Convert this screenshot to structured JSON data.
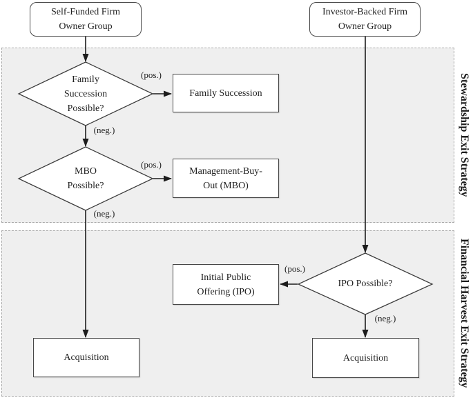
{
  "diagram": {
    "terminals": {
      "self_funded": "Self-Funded Firm Owner Group",
      "investor_backed": "Investor-Backed Firm Owner Group"
    },
    "decisions": {
      "family": "Family Succession Possible?",
      "mbo": "MBO Possible?",
      "ipo": "IPO Possible?"
    },
    "processes": {
      "family_succession": "Family Succession",
      "mbo": "Management-Buy-Out (MBO)",
      "ipo": "Initial Public Offering (IPO)",
      "acquisition_left": "Acquisition",
      "acquisition_right": "Acquisition"
    },
    "edge_labels": {
      "pos": "(pos.)",
      "neg": "(neg.)"
    },
    "regions": {
      "stewardship": "Stewardship Exit Strategy",
      "financial": "Financial Harvest Exit Strategy"
    },
    "colors": {
      "region_fill": "#efefef",
      "region_border": "#a8a8a8",
      "node_fill": "#ffffff",
      "node_border": "#474747",
      "arrow": "#1c1c1c",
      "text": "#1f1f1f"
    }
  }
}
